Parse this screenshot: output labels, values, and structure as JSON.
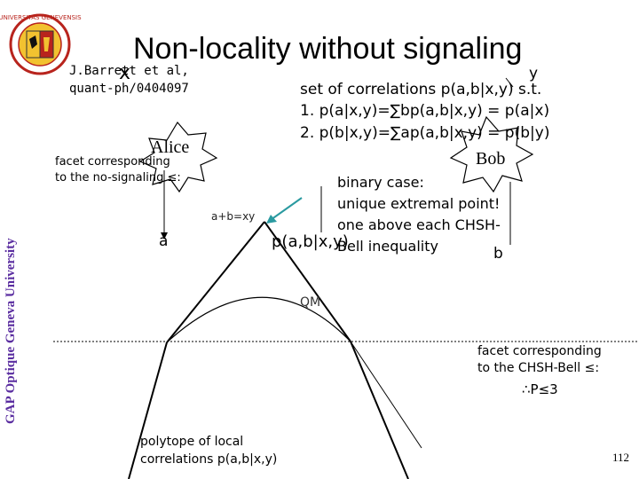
{
  "sidebar": {
    "label": "GAP Optique   Geneva University"
  },
  "logo": {
    "text": "UNIVERSITAS GENEVENSIS",
    "colors": [
      "#b8241d",
      "#f2c230",
      "#ffffff"
    ]
  },
  "title": "Non-locality without signaling",
  "authors": "J.Barrett et al,",
  "reference": "quant-ph/0404097",
  "set_title": "set of correlations p(a,b|x,y) s.t.",
  "conditions": [
    "1. p(a|x,y)=∑bp(a,b|x,y) = p(a|x)",
    "2. p(b|x,y)=∑ap(a,b|x,y) = p(b|y)"
  ],
  "facet_no_signaling": [
    "facet corresponding",
    "to the no-signaling ≤:"
  ],
  "alice": "Alice",
  "bob": "Bob",
  "binary_case": [
    "binary case:",
    "unique extremal point!",
    "one above each CHSH-",
    "Bell inequality"
  ],
  "constraint": "a+b=xy",
  "var_a": "a",
  "var_b": "b",
  "var_x": "x",
  "var_y": "y",
  "pab_xy": "p(a,b|x,y)",
  "qm": "QM",
  "facet_chsh": [
    "facet corresponding",
    "to the CHSH-Bell ≤:",
    "∴P≤3"
  ],
  "local_polytope": [
    "polytope of local",
    "correlations p(a,b|x,y)"
  ],
  "page_number": "112",
  "colors": {
    "sidebar": "#5a2da0",
    "arrow": "#2a9aa0"
  }
}
